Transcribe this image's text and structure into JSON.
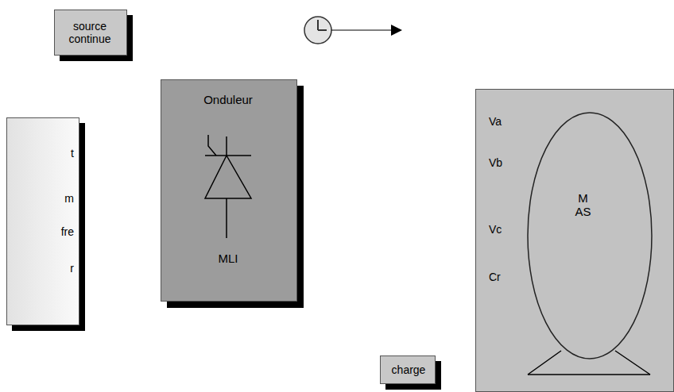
{
  "diagram": {
    "nodes": [
      {
        "text": [
          "source continue"
        ]
      },
      {
        "text": [
          "t",
          "m",
          "fre",
          "r"
        ]
      },
      {
        "text": [
          "Onduleur",
          "MLI"
        ]
      },
      {
        "text": [
          "Va",
          "Vb",
          "Vc",
          "Cr"
        ]
      },
      {
        "text": [
          "M AS"
        ],
        "in": 3
      },
      {
        "text": [
          "charge"
        ]
      }
    ],
    "edges": [
      {
        "from": 0,
        "to": 2,
        "arrow": "to"
      },
      {
        "from": 1,
        "to": 2,
        "arrow": "to"
      },
      {
        "from": 1,
        "to": 2,
        "arrow": "to"
      },
      {
        "from": 1,
        "to": 2,
        "arrow": "to"
      },
      {
        "from": 1,
        "to": 2,
        "arrow": "to"
      },
      {
        "from": 2,
        "to": 3,
        "arrow": "to"
      },
      {
        "from": 2,
        "to": 3,
        "arrow": "to"
      },
      {
        "from": 2,
        "to": 3,
        "arrow": "to"
      },
      {
        "from": 5,
        "to": 3,
        "arrow": "to"
      }
    ],
    "labels": [
      "t"
    ]
  }
}
